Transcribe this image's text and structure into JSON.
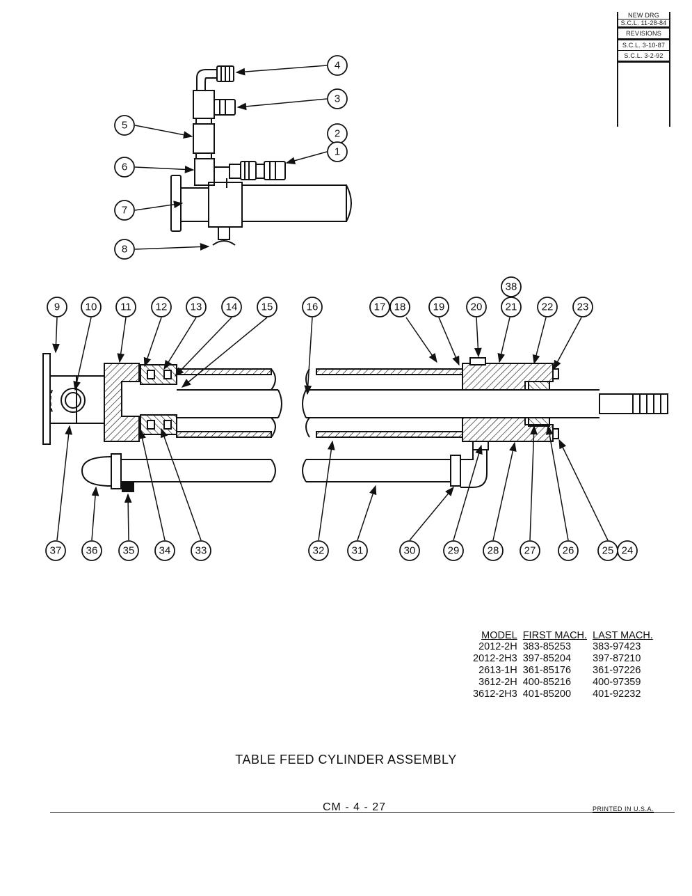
{
  "revision_block": {
    "new_drg": "NEW DRG",
    "new_drg_date": "S.C.L. 11-28-84",
    "revisions_label": "REVISIONS",
    "revisions": [
      "S.C.L. 3-10-87",
      "S.C.L. 3-2-92"
    ]
  },
  "callouts": {
    "top_assembly": [
      "4",
      "3",
      "2",
      "1",
      "5",
      "6",
      "7",
      "8"
    ],
    "section_top_row": [
      "9",
      "10",
      "11",
      "12",
      "13",
      "14",
      "15",
      "16",
      "17",
      "18",
      "19",
      "20",
      "21",
      "38",
      "22",
      "23"
    ],
    "section_bottom_row": [
      "37",
      "36",
      "35",
      "34",
      "33",
      "32",
      "31",
      "30",
      "29",
      "28",
      "27",
      "26",
      "25",
      "24"
    ]
  },
  "model_table": {
    "headers": [
      "MODEL",
      "FIRST MACH.",
      "LAST MACH."
    ],
    "rows": [
      [
        "2012-2H",
        "383-85253",
        "383-97423"
      ],
      [
        "2012-2H3",
        "397-85204",
        "397-87210"
      ],
      [
        "2613-1H",
        "361-85176",
        "361-97226"
      ],
      [
        "3612-2H",
        "400-85216",
        "400-97359"
      ],
      [
        "3612-2H3",
        "401-85200",
        "401-92232"
      ]
    ]
  },
  "title": "TABLE FEED CYLINDER ASSEMBLY",
  "drawing_number": "CM - 4 - 27",
  "printed_note": "PRINTED IN U.S.A."
}
